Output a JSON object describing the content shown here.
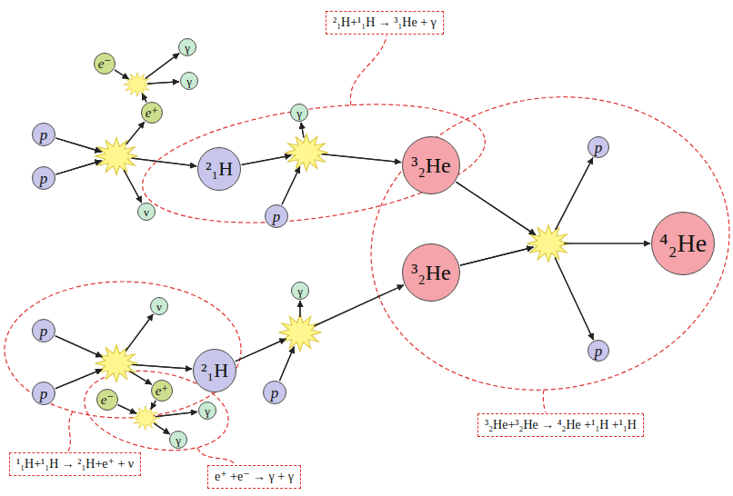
{
  "diagram": {
    "nodes": [
      {
        "text": [
          "²₁H+¹₁H → ³₁He + γ"
        ]
      },
      {
        "text": [
          "γ"
        ]
      },
      {
        "text": [
          "e⁻"
        ]
      },
      {
        "text": [
          "γ"
        ]
      },
      {
        "text": [
          "e⁺"
        ]
      },
      {
        "text": [
          "γ"
        ]
      },
      {
        "text": [
          "p"
        ]
      },
      {
        "text": [
          "p"
        ]
      },
      {
        "text": [
          "³₂He"
        ]
      },
      {
        "text": [
          "²₁H"
        ]
      },
      {
        "text": [
          "p"
        ]
      },
      {
        "text": [
          "ν"
        ]
      },
      {
        "text": [
          "p"
        ]
      },
      {
        "text": [
          "⁴₂He"
        ]
      },
      {
        "text": [
          "³₂He"
        ]
      },
      {
        "text": [
          "γ"
        ]
      },
      {
        "text": [
          "ν"
        ]
      },
      {
        "text": [
          "p"
        ]
      },
      {
        "text": [
          "p"
        ]
      },
      {
        "text": [
          "²₁H"
        ]
      },
      {
        "text": [
          "p"
        ]
      },
      {
        "text": [
          "e⁺"
        ]
      },
      {
        "text": [
          "p"
        ]
      },
      {
        "text": [
          "e⁻"
        ]
      },
      {
        "text": [
          "γ"
        ]
      },
      {
        "text": [
          "³₂He+³₂He → ⁴₂He +¹₁H +¹₁H"
        ]
      },
      {
        "text": [
          "γ"
        ]
      },
      {
        "text": [
          "¹₁H+¹₁H → ²₁H+e⁺ + ν"
        ]
      },
      {
        "text": [
          "e⁺ +e⁻ → γ + γ"
        ]
      }
    ],
    "edges": [
      {
        "from": 6,
        "to": 9,
        "arrow": "to"
      },
      {
        "from": 6,
        "to": 4,
        "arrow": "to"
      },
      {
        "from": 6,
        "to": 11,
        "arrow": "to"
      },
      {
        "from": 10,
        "to": 9,
        "arrow": "to"
      },
      {
        "from": 10,
        "to": 4,
        "arrow": "to"
      },
      {
        "from": 10,
        "to": 11,
        "arrow": "to"
      },
      {
        "from": 2,
        "to": 1,
        "arrow": "to"
      },
      {
        "from": 2,
        "to": 3,
        "arrow": "to"
      },
      {
        "from": 4,
        "to": 1,
        "arrow": "to"
      },
      {
        "from": 4,
        "to": 3,
        "arrow": "to"
      },
      {
        "from": 9,
        "to": 5,
        "arrow": "to"
      },
      {
        "from": 9,
        "to": 8,
        "arrow": "to"
      },
      {
        "from": 12,
        "to": 5,
        "arrow": "to"
      },
      {
        "from": 12,
        "to": 8,
        "arrow": "to"
      },
      {
        "from": 8,
        "to": 7,
        "arrow": "to"
      },
      {
        "from": 8,
        "to": 13,
        "arrow": "to"
      },
      {
        "from": 8,
        "to": 18,
        "arrow": "to"
      },
      {
        "from": 14,
        "to": 7,
        "arrow": "to"
      },
      {
        "from": 14,
        "to": 13,
        "arrow": "to"
      },
      {
        "from": 14,
        "to": 18,
        "arrow": "to"
      },
      {
        "from": 17,
        "to": 16,
        "arrow": "to"
      },
      {
        "from": 17,
        "to": 19,
        "arrow": "to"
      },
      {
        "from": 17,
        "to": 21,
        "arrow": "to"
      },
      {
        "from": 20,
        "to": 16,
        "arrow": "to"
      },
      {
        "from": 20,
        "to": 19,
        "arrow": "to"
      },
      {
        "from": 20,
        "to": 21,
        "arrow": "to"
      },
      {
        "from": 21,
        "to": 24,
        "arrow": "to"
      },
      {
        "from": 21,
        "to": 26,
        "arrow": "to"
      },
      {
        "from": 23,
        "to": 24,
        "arrow": "to"
      },
      {
        "from": 23,
        "to": 26,
        "arrow": "to"
      },
      {
        "from": 19,
        "to": 15,
        "arrow": "to"
      },
      {
        "from": 19,
        "to": 14,
        "arrow": "to"
      },
      {
        "from": 22,
        "to": 15,
        "arrow": "to"
      },
      {
        "from": 22,
        "to": 14,
        "arrow": "to"
      }
    ]
  }
}
